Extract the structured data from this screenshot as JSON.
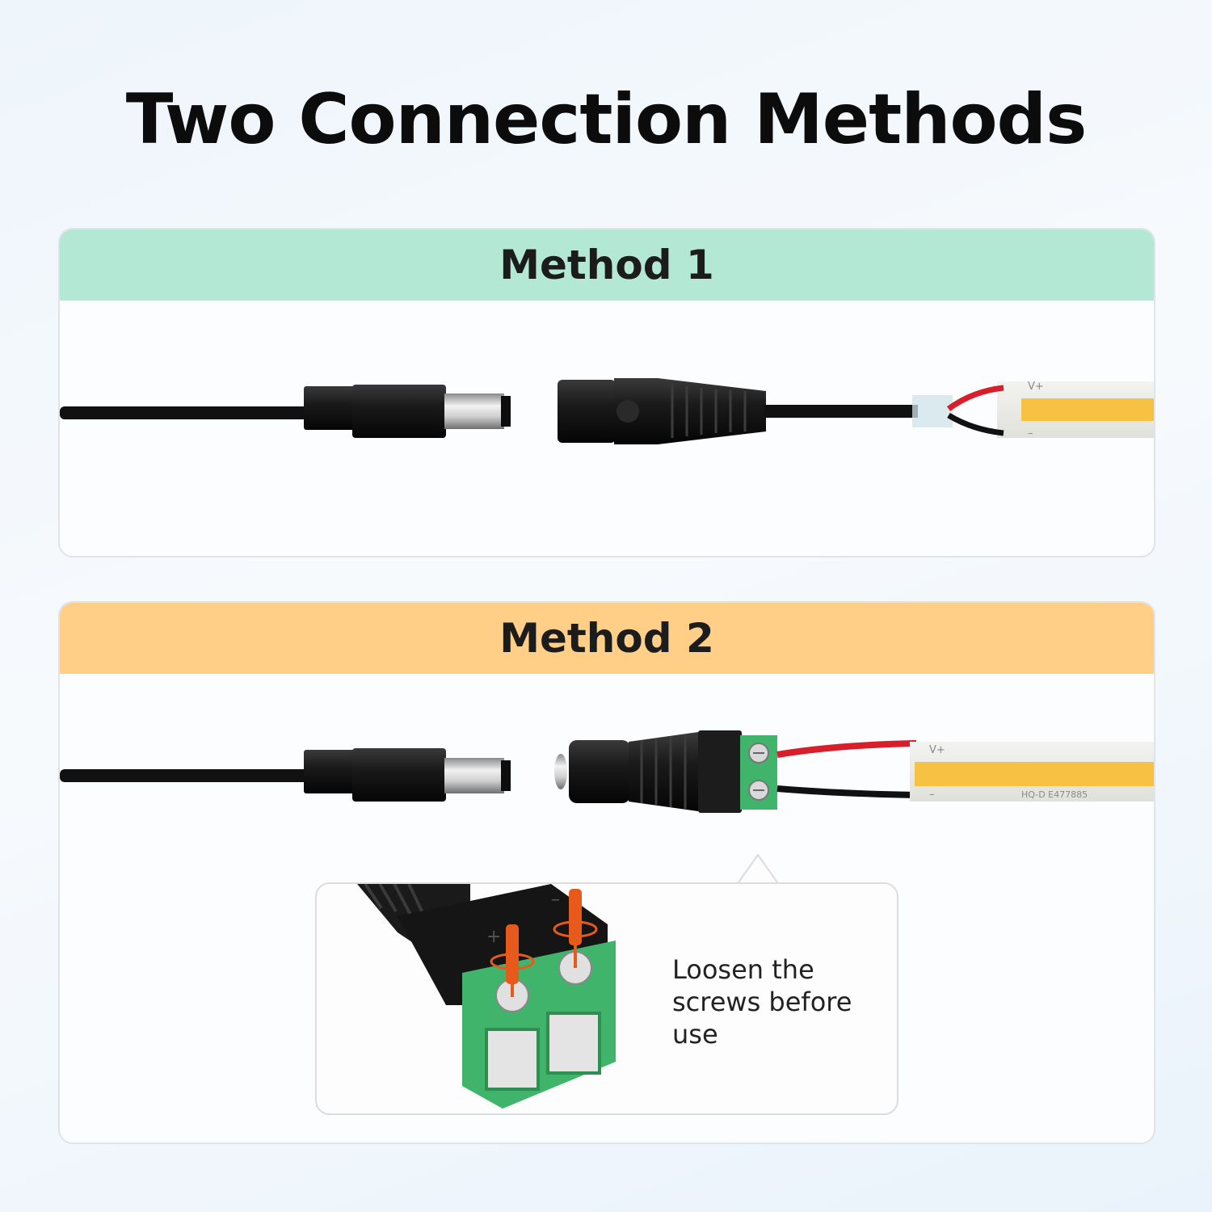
{
  "title": "Two Connection Methods",
  "methods": [
    {
      "label": "Method 1",
      "header_color": "#b2e8d4"
    },
    {
      "label": "Method 2",
      "header_color": "#ffcf87"
    }
  ],
  "strip_labels": {
    "positive": "V+",
    "negative": "–",
    "certification": "HQ-D  E477885"
  },
  "terminal_symbols": {
    "positive": "+",
    "negative": "–"
  },
  "callout": {
    "text": "Loosen the screws before use"
  },
  "colors": {
    "strip_led": "#f7c243",
    "terminal_green": "#3fb46a",
    "wire_red": "#d81e2a",
    "screwdriver": "#e85a1b"
  }
}
